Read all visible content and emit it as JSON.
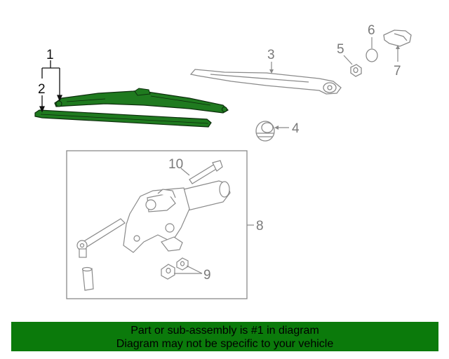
{
  "callouts": {
    "c1": "1",
    "c2": "2",
    "c3": "3",
    "c4": "4",
    "c5": "5",
    "c6": "6",
    "c7": "7",
    "c8": "8",
    "c9": "9",
    "c10": "10"
  },
  "banner": {
    "line1": "Part or sub-assembly is #1 in diagram",
    "line2": "Diagram may not be specific to your vehicle"
  },
  "colors": {
    "highlight": "#1f7a1f",
    "banner": "#0b7a0b",
    "linework": "#8a8a8a"
  }
}
